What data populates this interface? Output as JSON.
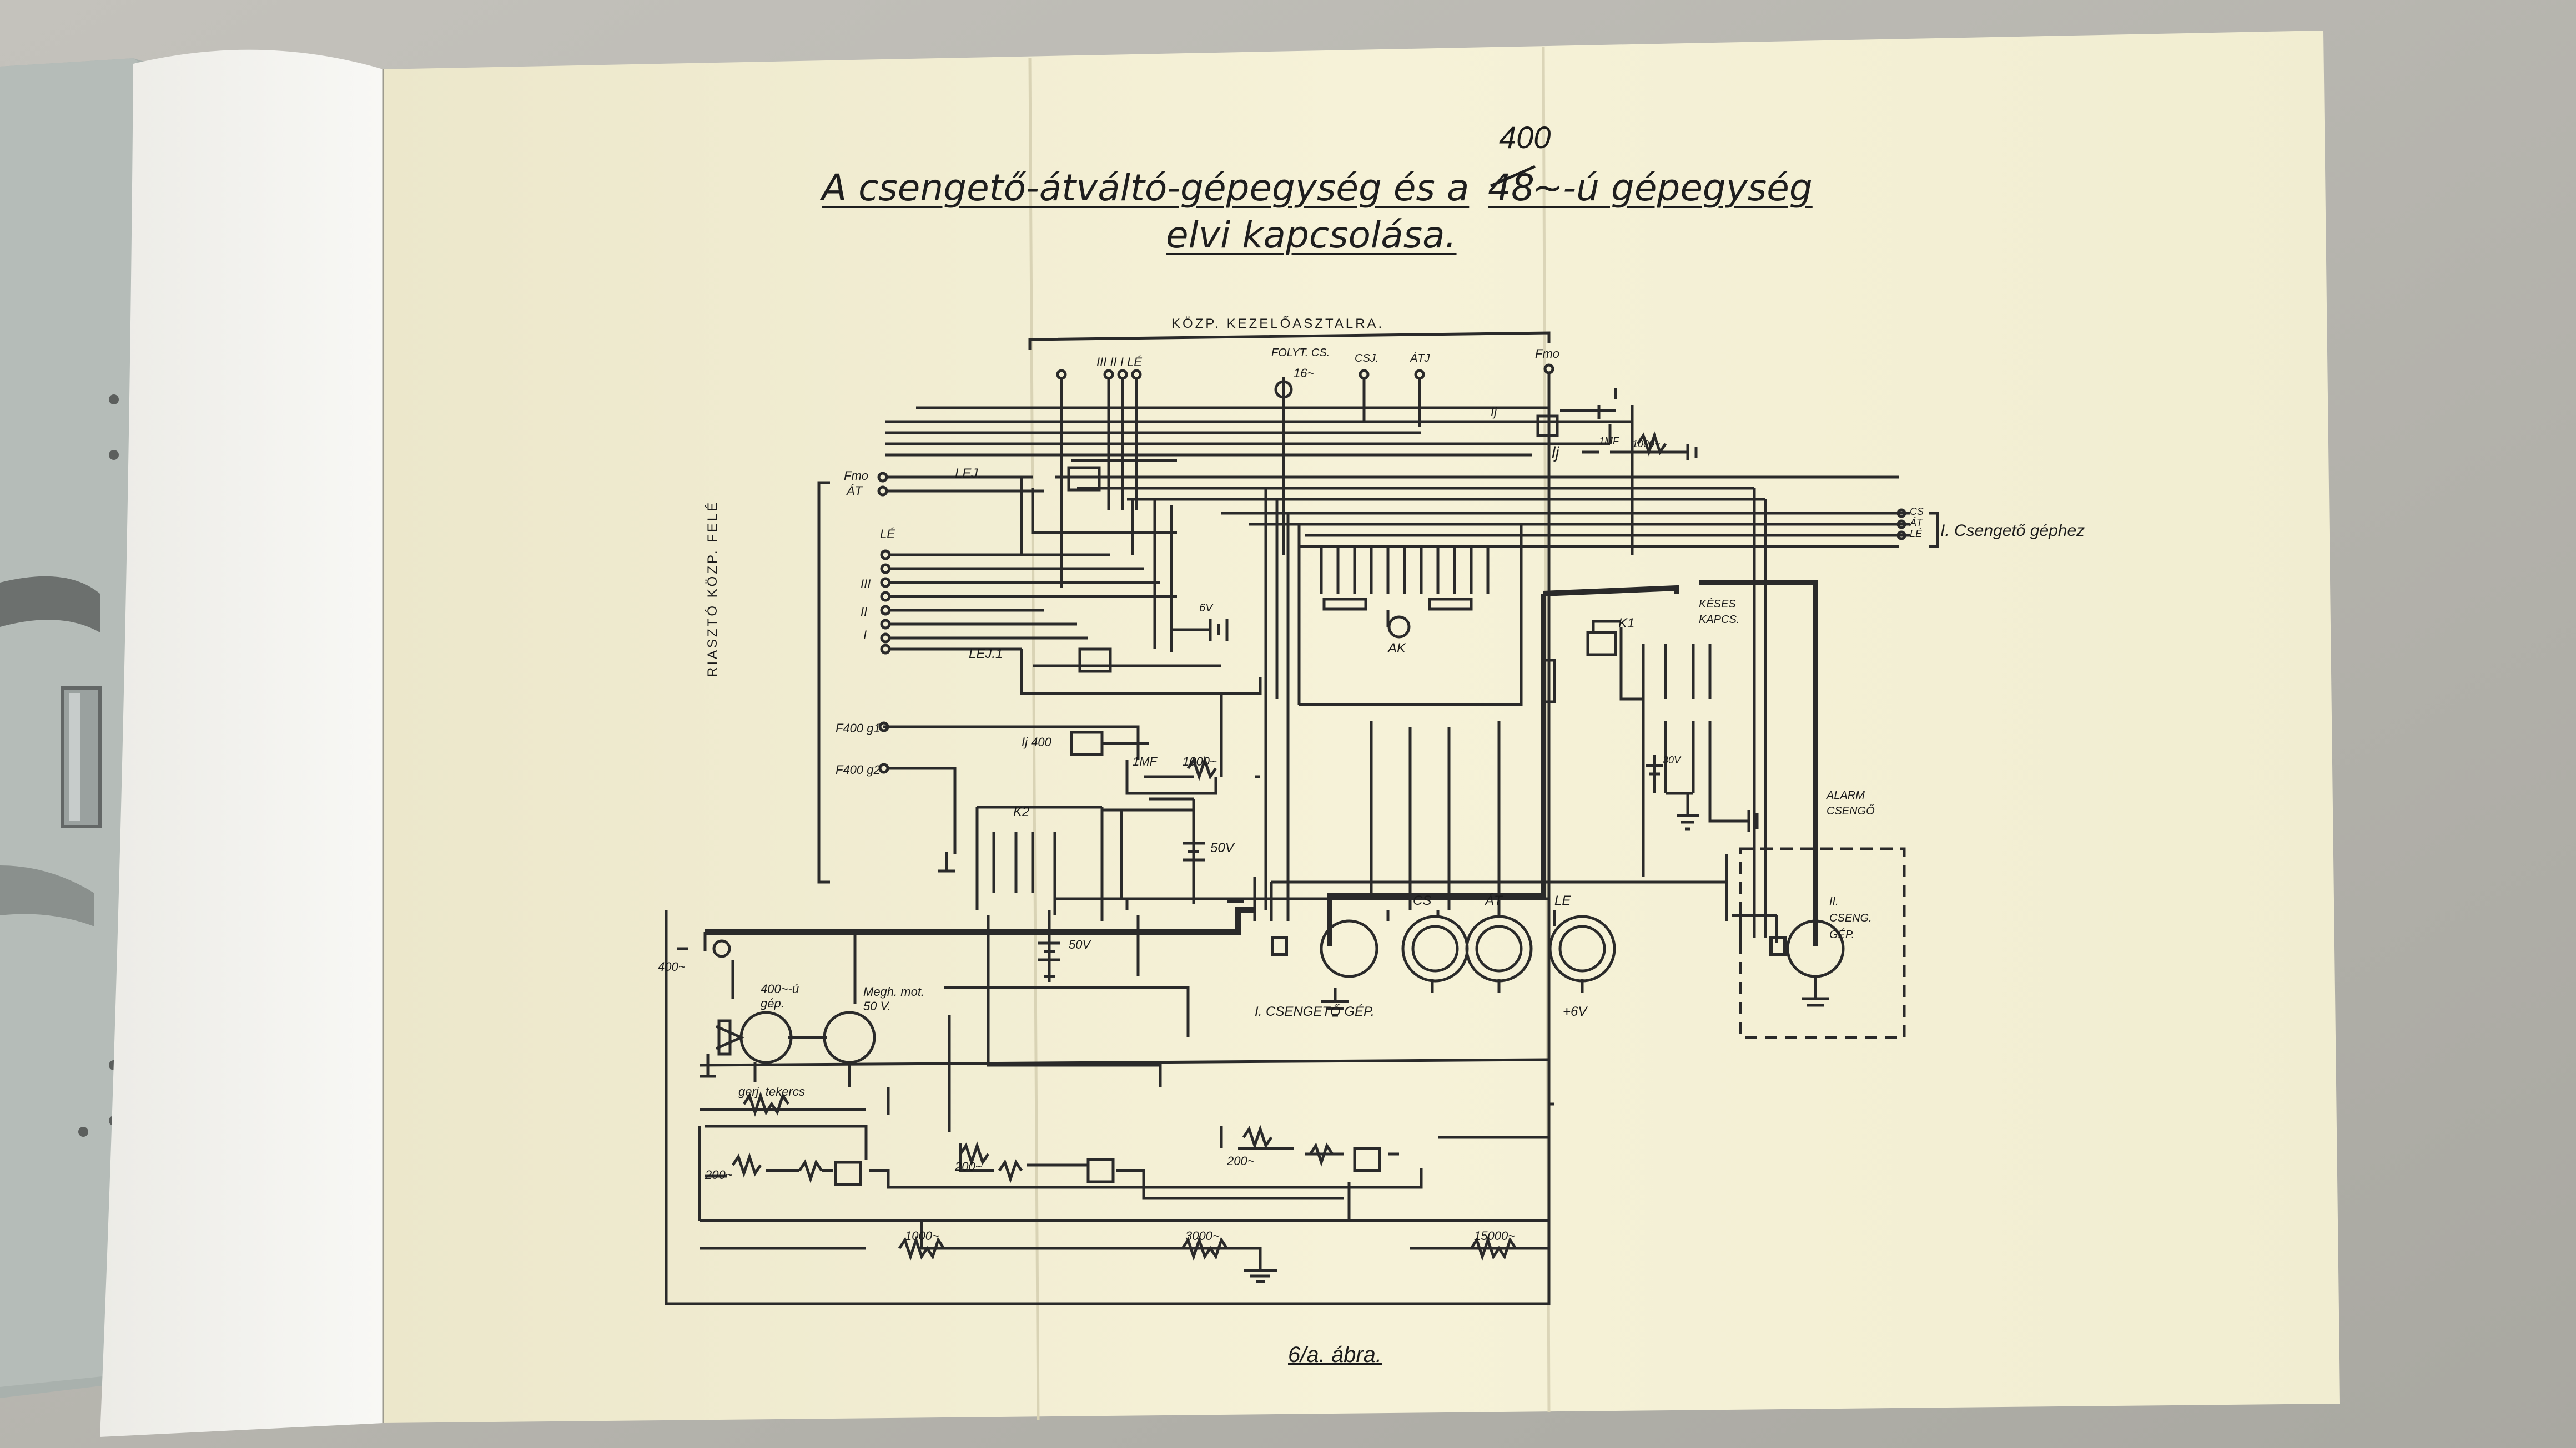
{
  "title": {
    "line1_before": "A csengető-átváltó-gépegység és a",
    "struck_number": "48",
    "superscript_number": "400",
    "line1_after": "~-ú gépegység",
    "line2": "elvi kapcsolása."
  },
  "figure_caption": "6/a. ábra.",
  "labels": {
    "kozp_kezelo": "KÖZP. KEZELŐASZTALRA.",
    "riaszto_kozp_fele": "RIASZTÓ KÖZP. FELÉ",
    "csengeto_gephez": "I. Csengető géphez",
    "fmo_left": "Fmo",
    "at_left": "ÁT",
    "lej": "LEJ.",
    "lej1": "LEJ.1",
    "le_col": "LÉ",
    "f400_1": "F400 g1",
    "f400_2": "F400 g2",
    "ij400": "Ij 400",
    "k2": "K2",
    "k1": "K1",
    "folyt_cs": "FOLYT. CS.",
    "cs_j": "CSJ.",
    "at_j": "ÁTJ",
    "fmo_top": "Fmo",
    "roman_top": "III II I LÉ",
    "ij": "Ij",
    "lj": "lj",
    "ak": "AK",
    "keses_kapcs": "KÉSES KAPCS.",
    "alarm_csengo": "ALARM CSENGŐ",
    "cs_out": "CS",
    "at_out": "ÁT",
    "le_out": "LÉ",
    "gen_cs": "CS",
    "gen_at": "ÁT",
    "gen_le": "LE",
    "csengeto_gep_1": "I. CSENGETŐ GÉP.",
    "csengeto_gep_2": "II. CSENG. GÉP.",
    "plus6v": "+6V",
    "v6": "6V",
    "v50_a": "50V",
    "v50_b": "50V",
    "v30": "30V",
    "gep400": "400~-ú gép.",
    "hajto_mot": "Megh. mot. 50 V.",
    "gerj_tekercs": "gerj. tekercs",
    "hz400": "400~",
    "r200_1": "200~",
    "r200_2": "200~",
    "r200_3": "200~",
    "r1000": "1000~",
    "r3000": "3000~",
    "r15000": "15000~",
    "r1000_top": "1000~",
    "r1000_mid": "1000~",
    "hz16": "16~",
    "c1mf": "1MF",
    "c1mf_b": "1MF",
    "rom_iii": "III",
    "rom_ii": "II",
    "rom_i": "I"
  },
  "colors": {
    "paper": "#f3efd4",
    "ink": "#2a2a2a",
    "binder": "#a9b1ad",
    "table": "#b7b6af"
  },
  "icons": [
    "ring-binder",
    "binder-clip",
    "ground-symbol",
    "battery-symbol",
    "relay-coil",
    "generator-circle",
    "resistor-zigzag"
  ]
}
